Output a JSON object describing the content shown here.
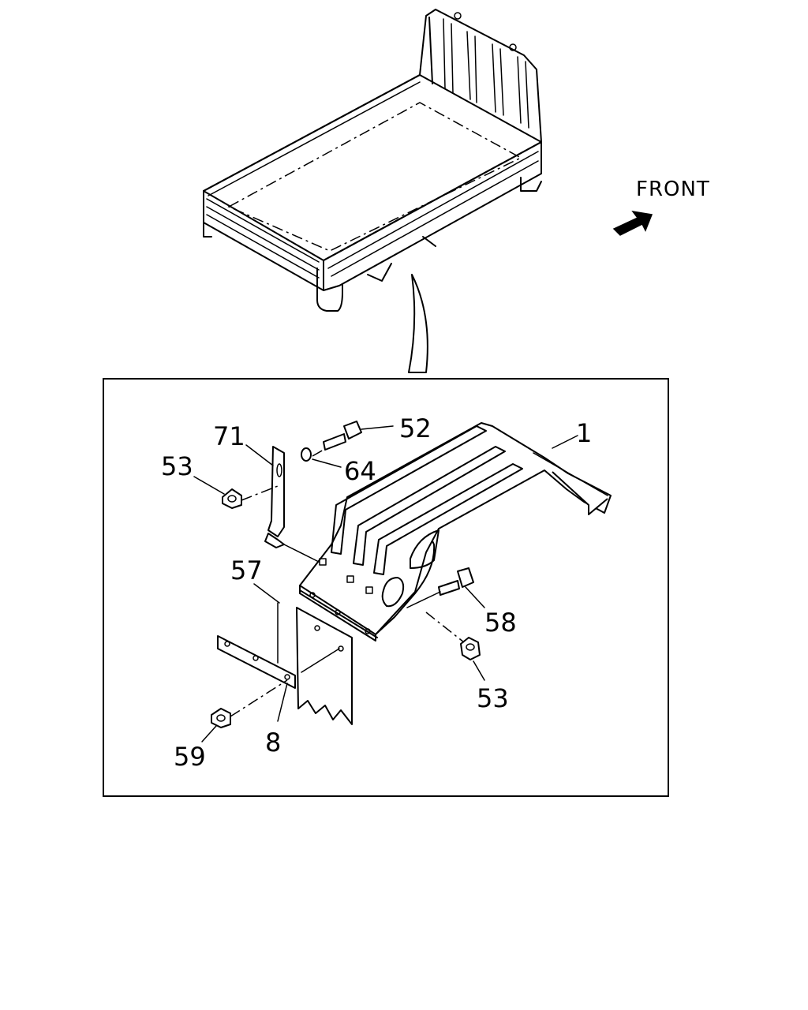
{
  "front_label": "FRONT",
  "callouts": {
    "c1": "1",
    "c52": "52",
    "c71": "71",
    "c53a": "53",
    "c64": "64",
    "c57": "57",
    "c58": "58",
    "c53b": "53",
    "c59": "59",
    "c8": "8"
  }
}
